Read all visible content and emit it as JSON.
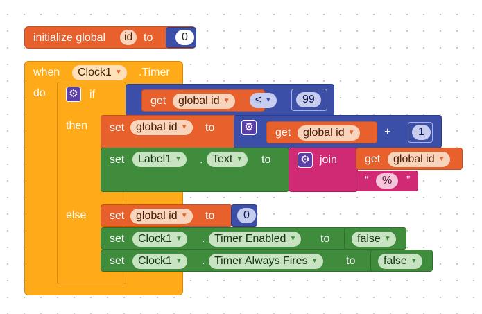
{
  "init_block": {
    "label_initialize": "initialize global",
    "var_name": "id",
    "label_to": "to",
    "value": "0"
  },
  "event_block": {
    "label_when": "when",
    "component": "Clock1",
    "event": ".Timer",
    "label_do": "do"
  },
  "if_block": {
    "label_if": "if",
    "label_then": "then",
    "label_else": "else",
    "condition": {
      "label_get": "get",
      "var": "global id",
      "operator": "≤",
      "value": "99"
    }
  },
  "then_statements": {
    "set_var": {
      "label_set": "set",
      "var": "global id",
      "label_to": "to",
      "label_get": "get",
      "get_var": "global id",
      "operator": "+",
      "value": "1"
    },
    "set_label": {
      "label_set": "set",
      "component": "Label1",
      "dot": ".",
      "property": "Text",
      "label_to": "to",
      "label_join": "join",
      "label_get": "get",
      "get_var": "global id",
      "quote_open": "“",
      "text": "%",
      "quote_close": "”"
    }
  },
  "else_statements": {
    "set_var": {
      "label_set": "set",
      "var": "global id",
      "label_to": "to",
      "value": "0"
    },
    "set_timer_enabled": {
      "label_set": "set",
      "component": "Clock1",
      "dot": ".",
      "property": "Timer Enabled",
      "label_to": "to",
      "value": "false"
    },
    "set_always_fires": {
      "label_set": "set",
      "component": "Clock1",
      "dot": ".",
      "property": "Timer Always Fires",
      "label_to": "to",
      "value": "false"
    }
  },
  "icons": {
    "gear": "⚙",
    "chevron": "▼"
  },
  "colors": {
    "variables": "#e8602c",
    "control": "#ffab19",
    "math": "#3b4fa8",
    "components": "#3f8c3c",
    "text": "#cf2a73"
  }
}
